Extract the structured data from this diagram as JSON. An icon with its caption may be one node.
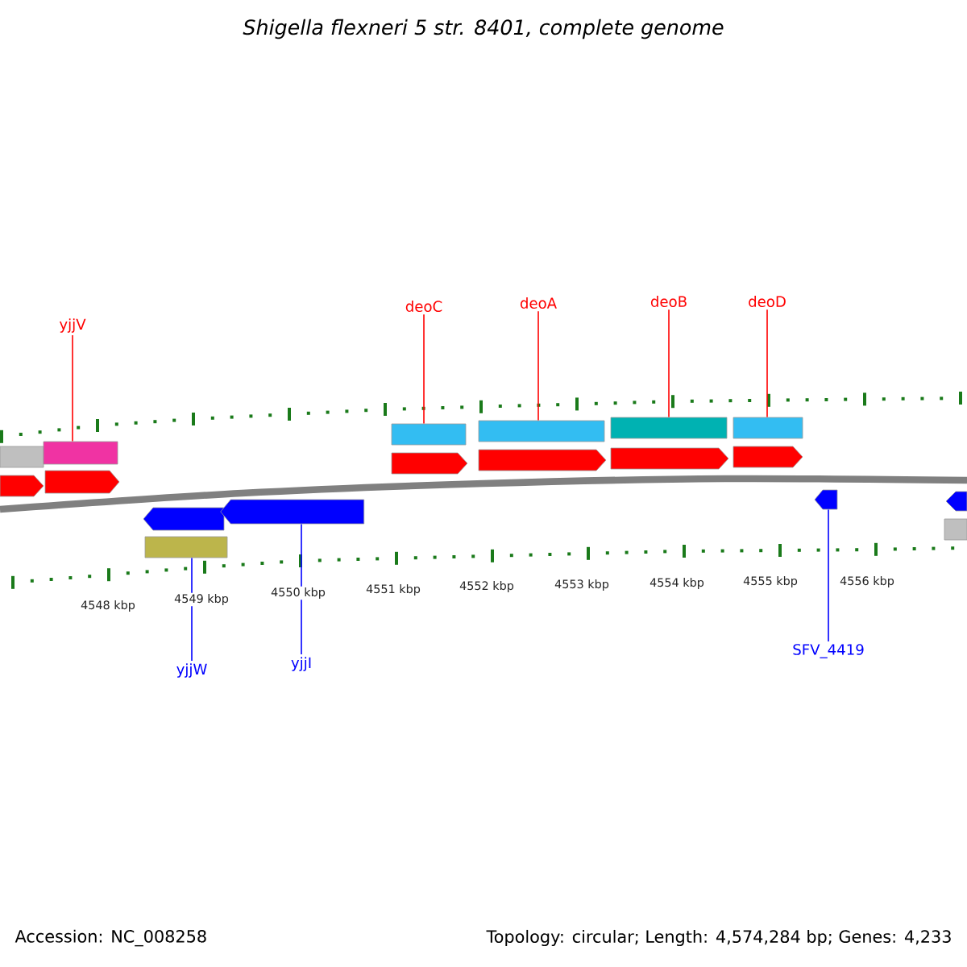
{
  "diagram": {
    "title": "Shigella flexneri 5 str. 8401, complete genome",
    "nodes": [
      {
        "text": [
          "yjjV"
        ]
      },
      {
        "text": [
          "deoC"
        ]
      },
      {
        "text": [
          "deoA"
        ]
      },
      {
        "text": [
          "deoB"
        ]
      },
      {
        "text": [
          "deoD"
        ]
      },
      {
        "text": [
          "yjjW"
        ]
      },
      {
        "text": [
          "yjjI"
        ]
      },
      {
        "text": [
          "SFV_4419"
        ]
      },
      {
        "text": [],
        "shape": "bar"
      },
      {
        "text": [],
        "shape": "bar"
      },
      {
        "text": [],
        "shape": "bar"
      },
      {
        "text": [],
        "shape": "bar"
      },
      {
        "text": [],
        "shape": "bar"
      },
      {
        "text": [],
        "shape": "arrow"
      },
      {
        "text": [],
        "shape": "bar"
      },
      {
        "text": [],
        "shape": "arrow"
      }
    ],
    "edges": [
      {
        "from": 0,
        "to": 8,
        "arrow": "none"
      },
      {
        "from": 1,
        "to": 9,
        "arrow": "none"
      },
      {
        "from": 2,
        "to": 10,
        "arrow": "none"
      },
      {
        "from": 3,
        "to": 11,
        "arrow": "none"
      },
      {
        "from": 4,
        "to": 12,
        "arrow": "none"
      },
      {
        "from": 5,
        "to": 14,
        "arrow": "none",
        "color": "#0000ff"
      },
      {
        "from": 6,
        "to": 13,
        "arrow": "none",
        "color": "#0000ff"
      },
      {
        "from": 7,
        "to": 15,
        "arrow": "none",
        "color": "#0000ff"
      }
    ],
    "labels": [
      "4548 kbp",
      "4549 kbp",
      "4550 kbp",
      "4551 kbp",
      "4552 kbp",
      "4553 kbp",
      "4554 kbp",
      "4555 kbp",
      "4556 kbp",
      "Accession: NC_008258",
      "Topology: circular; Length: 4,574,284 bp; Genes: 4,233"
    ]
  }
}
